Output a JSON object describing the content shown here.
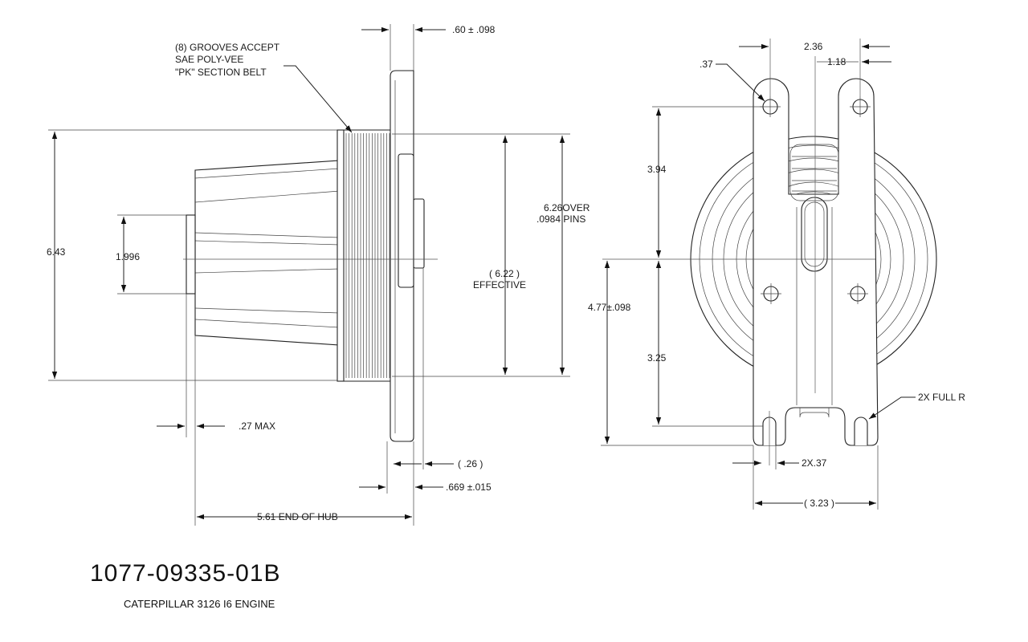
{
  "drawing": {
    "part_number": "1077-09335-01B",
    "engine": "CATERPILLAR 3126 I6 ENGINE"
  },
  "side_view": {
    "note_line1": "(8) GROOVES ACCEPT",
    "note_line2": "SAE POLY-VEE",
    "note_line3": "\"PK\" SECTION BELT",
    "dim_overall_diameter": "6.43",
    "dim_hub_diameter": "1.996",
    "dim_flange_thickness": ".60 ± .098",
    "dim_over_pins_1": "6.26OVER",
    "dim_over_pins_2": ".0984 PINS",
    "dim_effective_1": "( 6.22 )",
    "dim_effective_2": "EFFECTIVE",
    "dim_hub_max": ".27 MAX",
    "dim_plate_offset": "( .26 )",
    "dim_plate_thickness": ".669  ±.015",
    "dim_end_of_hub": "5.61   END OF HUB"
  },
  "front_view": {
    "dim_hole_dia": ".37",
    "dim_top_span": "2.36",
    "dim_half_span": "1.18",
    "dim_upper_height": "3.94",
    "dim_lower_height": "3.25",
    "dim_center_height": "4.77±.098",
    "dim_full_r": "2X FULL R",
    "dim_slot_width": "2X.37",
    "dim_overall_width": "( 3.23 )"
  }
}
